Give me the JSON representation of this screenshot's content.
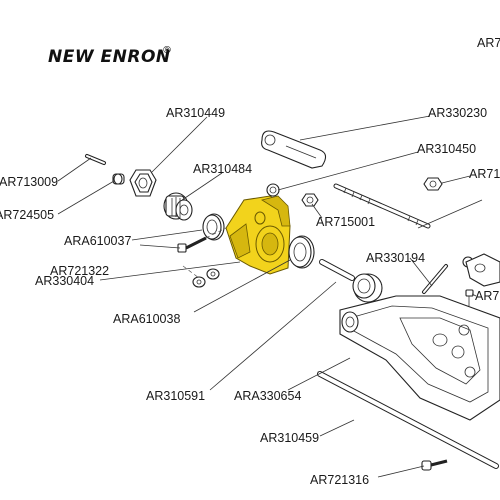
{
  "brand": {
    "name": "NEW ENRON",
    "mark": "®"
  },
  "parts": {
    "ar7_top": "AR7",
    "ar310449": "AR310449",
    "ar330230": "AR330230",
    "ar713009": "AR713009",
    "ar310450": "AR310450",
    "ar310484": "AR310484",
    "ar71_right": "AR71",
    "ar724505": "AR724505",
    "ar715001": "AR715001",
    "ara610037": "ARA610037",
    "ar721322": "AR721322",
    "ar330194": "AR330194",
    "ar7_mid": "AR7",
    "ar330404": "AR330404",
    "ara610038": "ARA610038",
    "ar310591": "AR310591",
    "ara330654": "ARA330654",
    "ar310459": "AR310459",
    "ar721316": "AR721316"
  },
  "colors": {
    "highlight": "#f2d31c",
    "line": "#222222"
  }
}
